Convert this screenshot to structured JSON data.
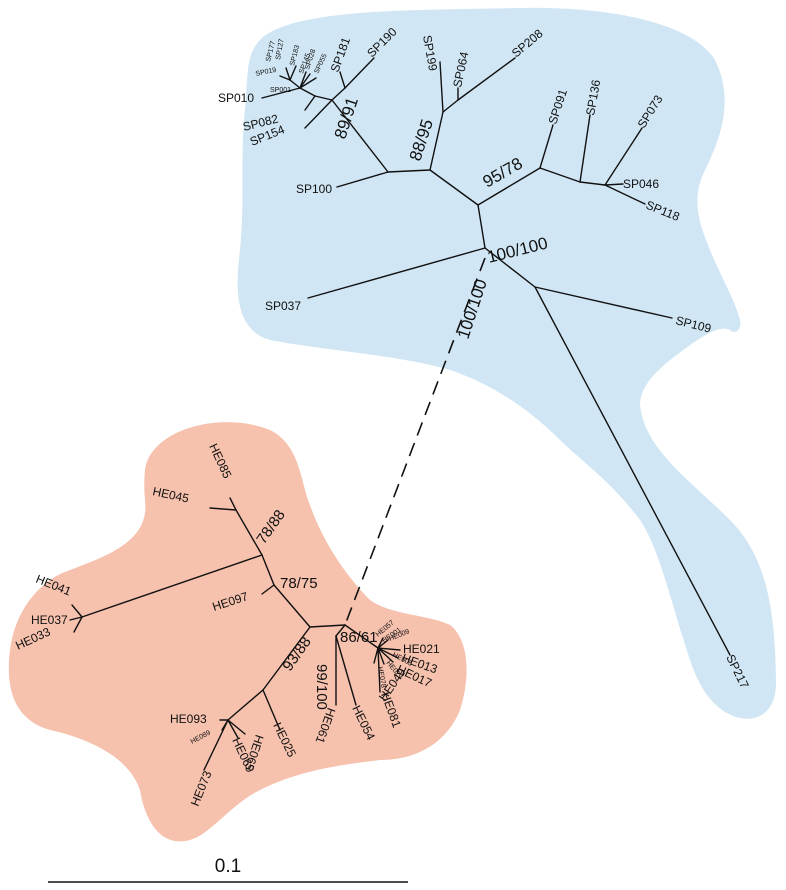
{
  "clade_colors": {
    "SP": "#d0e6f4",
    "HE": "#f6c1ad"
  },
  "scale_bar": {
    "label": "0.1"
  },
  "sp_tips": {
    "SP019": "SP019",
    "SP177": "SP177",
    "SP127": "SP127",
    "SP183": "SP183",
    "SP145": "SP145",
    "SP028": "SP028",
    "SP055": "SP055",
    "SP001": "SP001",
    "SP010": "SP010",
    "SP082": "SP082",
    "SP154": "SP154",
    "SP181": "SP181",
    "SP190": "SP190",
    "SP100": "SP100",
    "SP199": "SP199",
    "SP064": "SP064",
    "SP208": "SP208",
    "SP091": "SP091",
    "SP136": "SP136",
    "SP073": "SP073",
    "SP046": "SP046",
    "SP118": "SP118",
    "SP037": "SP037",
    "SP109": "SP109",
    "SP217": "SP217"
  },
  "he_tips": {
    "HE085": "HE085",
    "HE045": "HE045",
    "HE041": "HE041",
    "HE037": "HE037",
    "HE033": "HE033",
    "HE097": "HE097",
    "HE093": "HE093",
    "HE089": "HE089",
    "HE073": "HE073",
    "HE069": "HE069",
    "HE065": "HE065",
    "HE025": "HE025",
    "HE061": "HE061",
    "HE054": "HE054",
    "HE081": "HE081",
    "HE049": "HE049",
    "HE017": "HE017",
    "HE013": "HE013",
    "HE021": "HE021",
    "HE009": "HE009",
    "HE057": "HE057",
    "HE001": "HE001",
    "HE005": "HE005",
    "HE029": "HE029",
    "HE078": "HE078"
  },
  "support": {
    "sp_89_91": "89/91",
    "sp_88_95": "88/95",
    "sp_95_78": "95/78",
    "sp_100_100_a": "100/100",
    "connector_100_100": "100/100",
    "he_78_88": "78/88",
    "he_78_75": "78/75",
    "he_93_88": "93/88",
    "he_86_61": "86/61",
    "he_99_100": "99/100"
  }
}
